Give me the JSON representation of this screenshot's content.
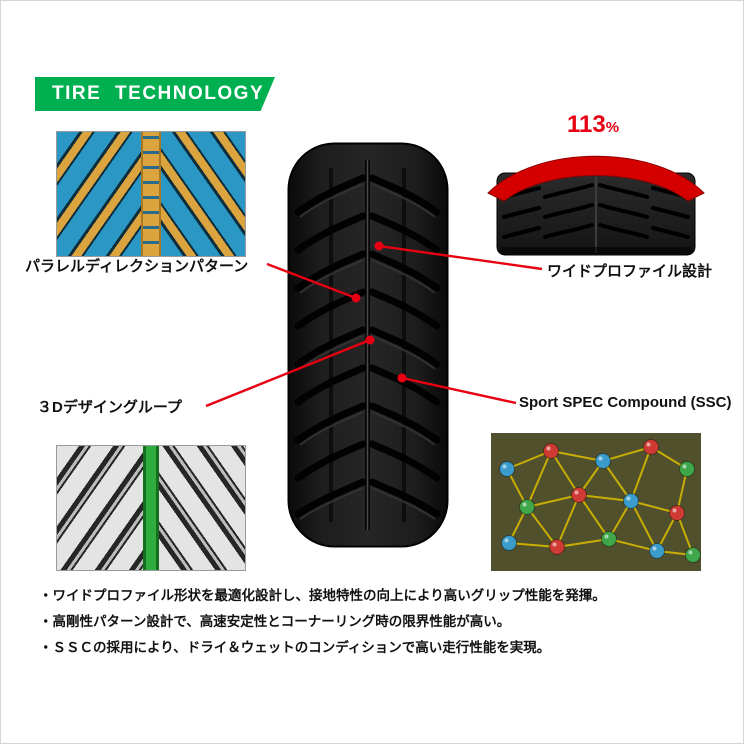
{
  "banner": {
    "label": "TIRE TECHNOLOGY"
  },
  "annotations": {
    "percent_value": "113",
    "percent_unit": "%",
    "parallel_label": "パラレルディレクションパターン",
    "wide_profile_label": "ワイドプロファイル設計",
    "design3d_label": "３Dデザイングループ",
    "ssc_label": "Sport SPEC Compound (SSC)"
  },
  "bullets": [
    "・ワイドプロファイル形状を最適化設計し、接地特性の向上により高いグリップ性能を発揮。",
    "・高剛性パターン設計で、高速安定性とコーナーリング時の限界性能が高い。",
    "・ＳＳＣの採用により、ドライ＆ウェットのコンディションで高い走行性能を実現。"
  ],
  "colors": {
    "banner_green": "#00b050",
    "accent_red": "#e60012",
    "arc_red": "#d40000",
    "stripe_green": "#2fae3e",
    "stripe_yellow": "#dca43e",
    "block_blue": "#2a97c4"
  }
}
